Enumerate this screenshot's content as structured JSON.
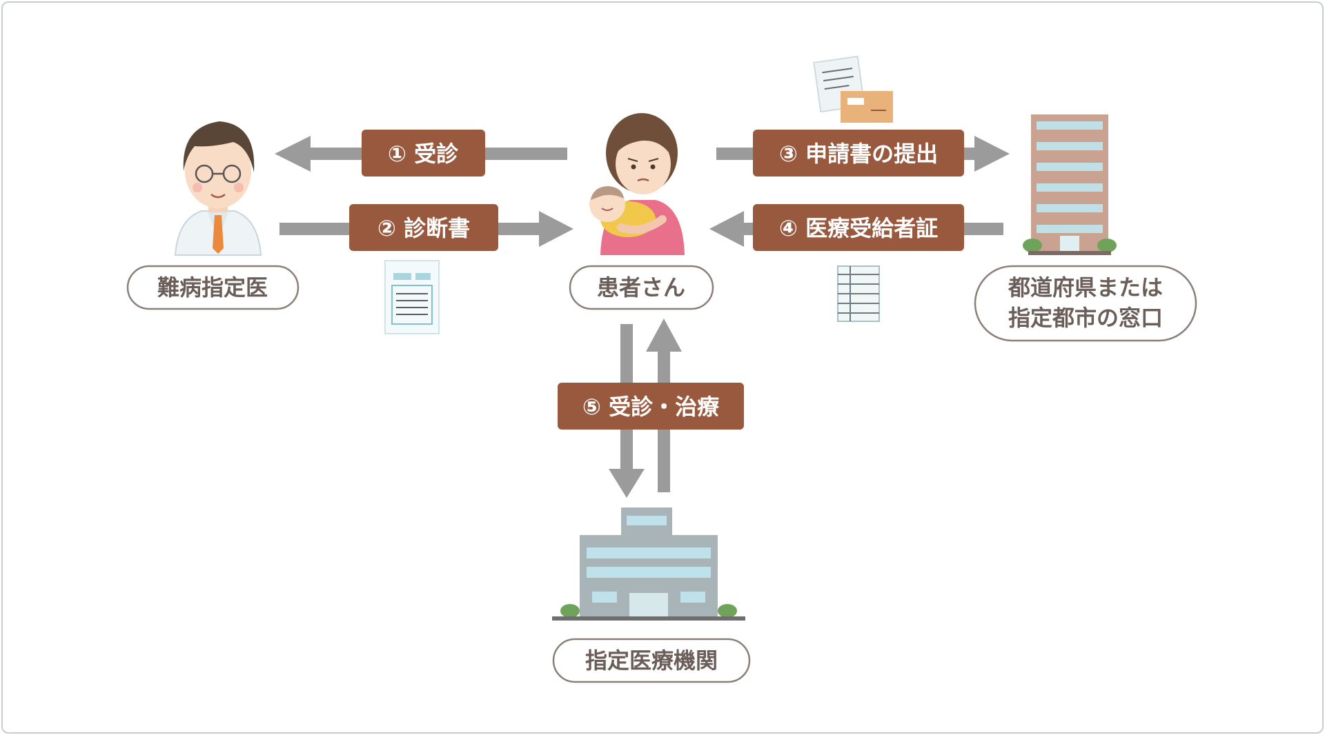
{
  "colors": {
    "arrow": "#9b9b9b",
    "step_badge": "#98593f",
    "node_border": "#8a7f7a",
    "node_text": "#6b5e58"
  },
  "nodes": {
    "doctor": {
      "label": "難病指定医",
      "icon": "doctor-icon"
    },
    "patient": {
      "label": "患者さん",
      "icon": "mother-with-baby-icon"
    },
    "office": {
      "label_line1": "都道府県または",
      "label_line2": "指定都市の窓口",
      "icon": "office-building-icon"
    },
    "hospital": {
      "label": "指定医療機関",
      "icon": "hospital-building-icon"
    }
  },
  "steps": [
    {
      "label": "① 受診"
    },
    {
      "label": "② 診断書"
    },
    {
      "label": "③ 申請書の提出"
    },
    {
      "label": "④ 医療受給者証"
    },
    {
      "label": "⑤ 受診・治療"
    }
  ],
  "documents": [
    "medical-certificate-icon",
    "application-form-icon",
    "recipient-certificate-icon"
  ]
}
